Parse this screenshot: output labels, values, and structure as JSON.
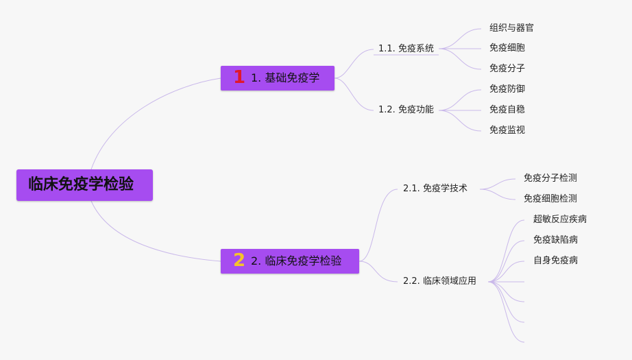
{
  "root": {
    "label": "临床免疫学检验"
  },
  "branches": [
    {
      "badge": "1",
      "badge_color": "#e0182d",
      "label": "1. 基础免疫学",
      "subs": [
        {
          "label": "1.1. 免疫系统",
          "leaves": [
            "组织与器官",
            "免疫细胞",
            "免疫分子"
          ]
        },
        {
          "label": "1.2. 免疫功能",
          "leaves": [
            "免疫防御",
            "免疫自稳",
            "免疫监视"
          ]
        }
      ]
    },
    {
      "badge": "2",
      "badge_color": "#f6c32b",
      "label": "2. 临床免疫学检验",
      "subs": [
        {
          "label": "2.1. 免疫学技术",
          "leaves": [
            "免疫分子检测",
            "免疫细胞检测"
          ]
        },
        {
          "label": "2.2. 临床领域应用",
          "leaves": [
            "超敏反应疾病",
            "免疫缺陷病",
            "自身免疫病"
          ]
        }
      ]
    }
  ],
  "colors": {
    "node_fill": "#a64cf0",
    "link": "#c9b8ea",
    "background": "#f7f7f7"
  }
}
